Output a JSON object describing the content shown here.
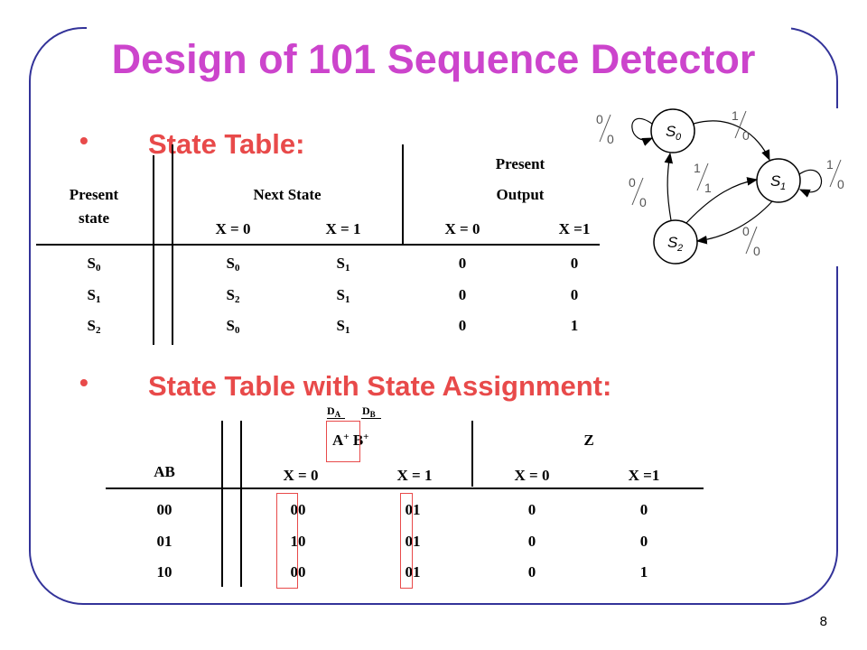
{
  "title": "Design of 101 Sequence Detector",
  "bullet1": {
    "symbol": "•",
    "text": "State Table:"
  },
  "bullet2": {
    "symbol": "•",
    "text": "State Table with State Assignment:"
  },
  "table1": {
    "header": {
      "present_state_line1": "Present",
      "present_state_line2": "state",
      "next_state": "Next State",
      "present_output_line1": "Present",
      "present_output_line2": "Output",
      "x0_a": "X = 0",
      "x1_a": "X = 1",
      "x0_b": "X = 0",
      "x1_b": "X =1"
    },
    "rows": [
      {
        "state": "S",
        "state_sub": "0",
        "ns0": "S",
        "ns0_sub": "0",
        "ns1": "S",
        "ns1_sub": "1",
        "out0": "0",
        "out1": "0"
      },
      {
        "state": "S",
        "state_sub": "1",
        "ns0": "S",
        "ns0_sub": "2",
        "ns1": "S",
        "ns1_sub": "1",
        "out0": "0",
        "out1": "0"
      },
      {
        "state": "S",
        "state_sub": "2",
        "ns0": "S",
        "ns0_sub": "0",
        "ns1": "S",
        "ns1_sub": "1",
        "out0": "0",
        "out1": "1"
      }
    ]
  },
  "table2": {
    "header": {
      "da": "D",
      "da_sub": "A",
      "db": "D",
      "db_sub": "B",
      "a_plus": "A",
      "b_plus": "B",
      "plus": "+",
      "z": "Z",
      "ab": "AB",
      "x0_a": "X = 0",
      "x1_a": "X = 1",
      "x0_b": "X = 0",
      "x1_b": "X =1"
    },
    "rows": [
      {
        "ab": "00",
        "n0": "00",
        "n1": "01",
        "z0": "0",
        "z1": "0"
      },
      {
        "ab": "01",
        "n0": "10",
        "n1": "01",
        "z0": "0",
        "z1": "0"
      },
      {
        "ab": "10",
        "n0": "00",
        "n1": "01",
        "z0": "0",
        "z1": "1"
      }
    ]
  },
  "diagram": {
    "states": [
      {
        "name": "S",
        "sub": "0"
      },
      {
        "name": "S",
        "sub": "1"
      },
      {
        "name": "S",
        "sub": "2"
      }
    ],
    "edges": [
      {
        "id": "s0-self",
        "input": "0",
        "output": "0"
      },
      {
        "id": "s0-s1",
        "input": "1",
        "output": "0"
      },
      {
        "id": "s1-self",
        "input": "1",
        "output": "0"
      },
      {
        "id": "s2-s1",
        "input": "1",
        "output": "1"
      },
      {
        "id": "s1-s2",
        "input": "0",
        "output": "0"
      },
      {
        "id": "s2-s0",
        "input": "0",
        "output": "0"
      }
    ]
  },
  "page_number": "8",
  "colors": {
    "title": "#cc44cc",
    "bullet": "#e84a4a",
    "frame": "#333399",
    "highlight": "#e84a4a"
  }
}
